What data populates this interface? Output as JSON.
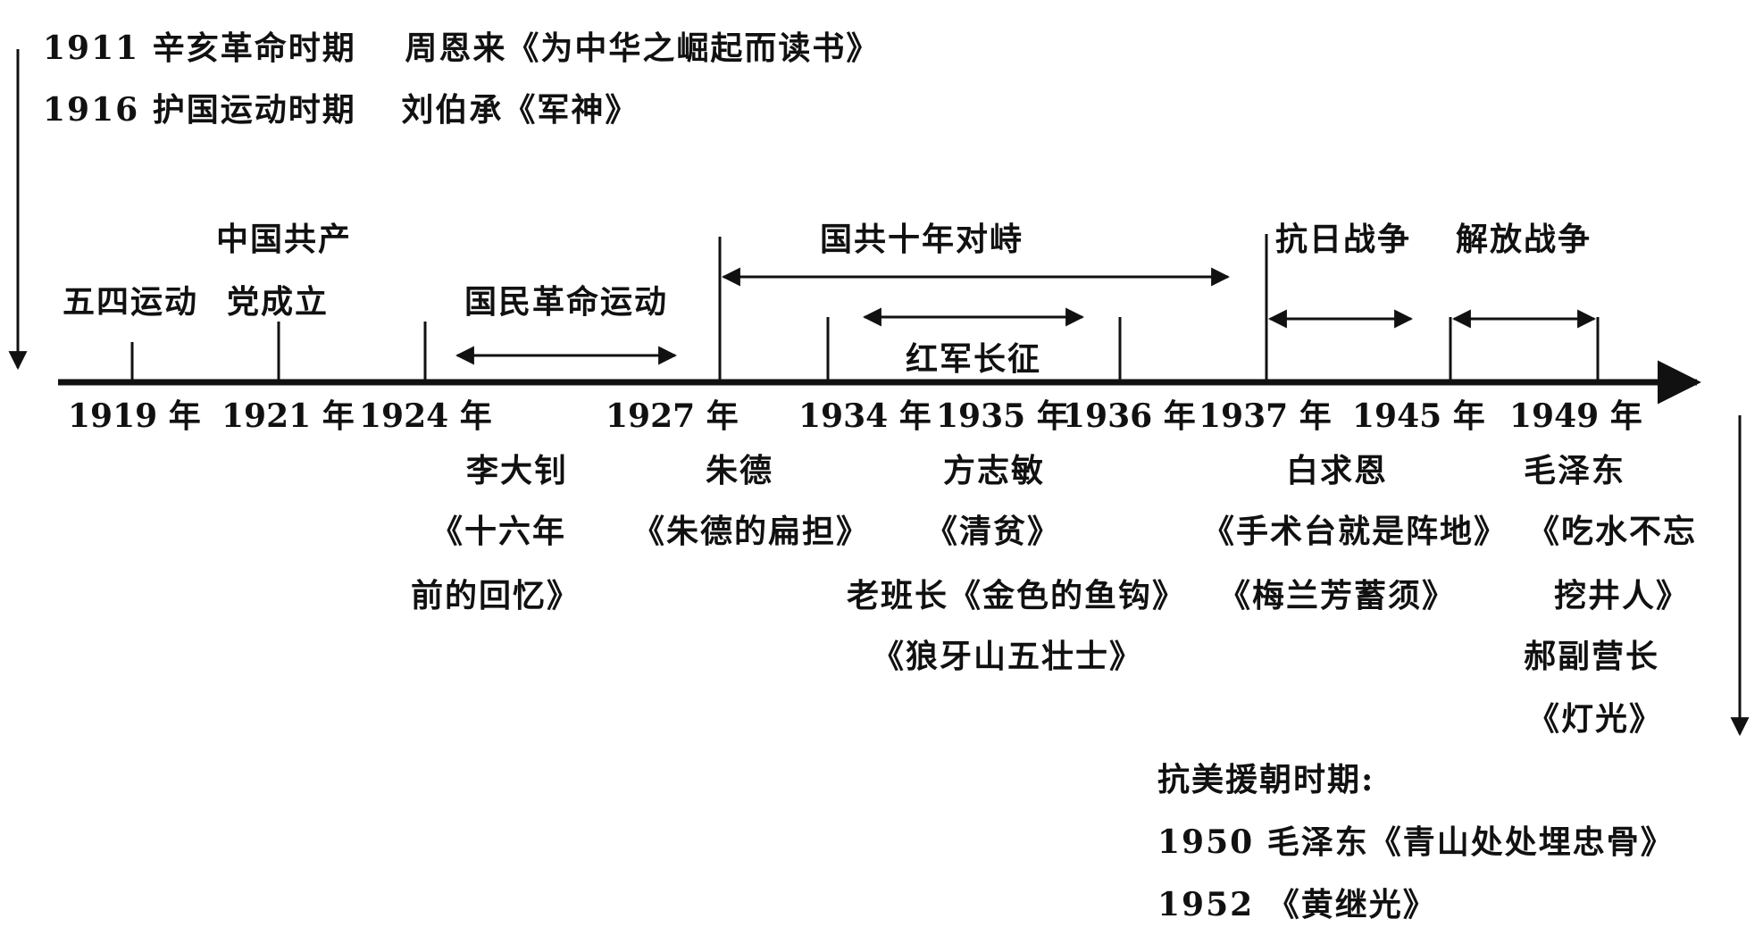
{
  "top_notes": [
    {
      "year": "1911",
      "period": "辛亥革命时期",
      "work": "周恩来《为中华之崛起而读书》"
    },
    {
      "year": "1916",
      "period": "护国运动时期",
      "work": "刘伯承《军神》"
    }
  ],
  "events": {
    "may4": "五四运动",
    "cpc_line1": "中国共产",
    "cpc_line2": "党成立",
    "national_revolution": "国民革命运动",
    "ten_year": "国共十年对峙",
    "long_march": "红军长征",
    "anti_japanese": "抗日战争",
    "liberation": "解放战争"
  },
  "years": [
    "1919 年",
    "1921 年",
    "1924 年",
    "1927 年",
    "1934 年",
    "1935 年",
    "1936 年",
    "1937 年",
    "1945 年",
    "1949 年"
  ],
  "works": {
    "li_dazhao": [
      "李大钊",
      "《十六年",
      "前的回忆》"
    ],
    "zhu_de": [
      "朱德",
      "《朱德的扁担》"
    ],
    "fang_zhimin": [
      "方志敏",
      "《清贫》"
    ],
    "long_march_works": [
      "老班长《金色的鱼钩》",
      "《狼牙山五壮士》"
    ],
    "bethune": [
      "白求恩",
      "《手术台就是阵地》",
      "《梅兰芳蓄须》"
    ],
    "mao": [
      "毛泽东",
      "《吃水不忘",
      "挖井人》",
      "郝副营长",
      "《灯光》"
    ]
  },
  "korean_war": {
    "title": "抗美援朝时期:",
    "items": [
      {
        "year": "1950",
        "work": "毛泽东《青山处处埋忠骨》"
      },
      {
        "year": "1952",
        "work": "《黄继光》"
      }
    ]
  }
}
